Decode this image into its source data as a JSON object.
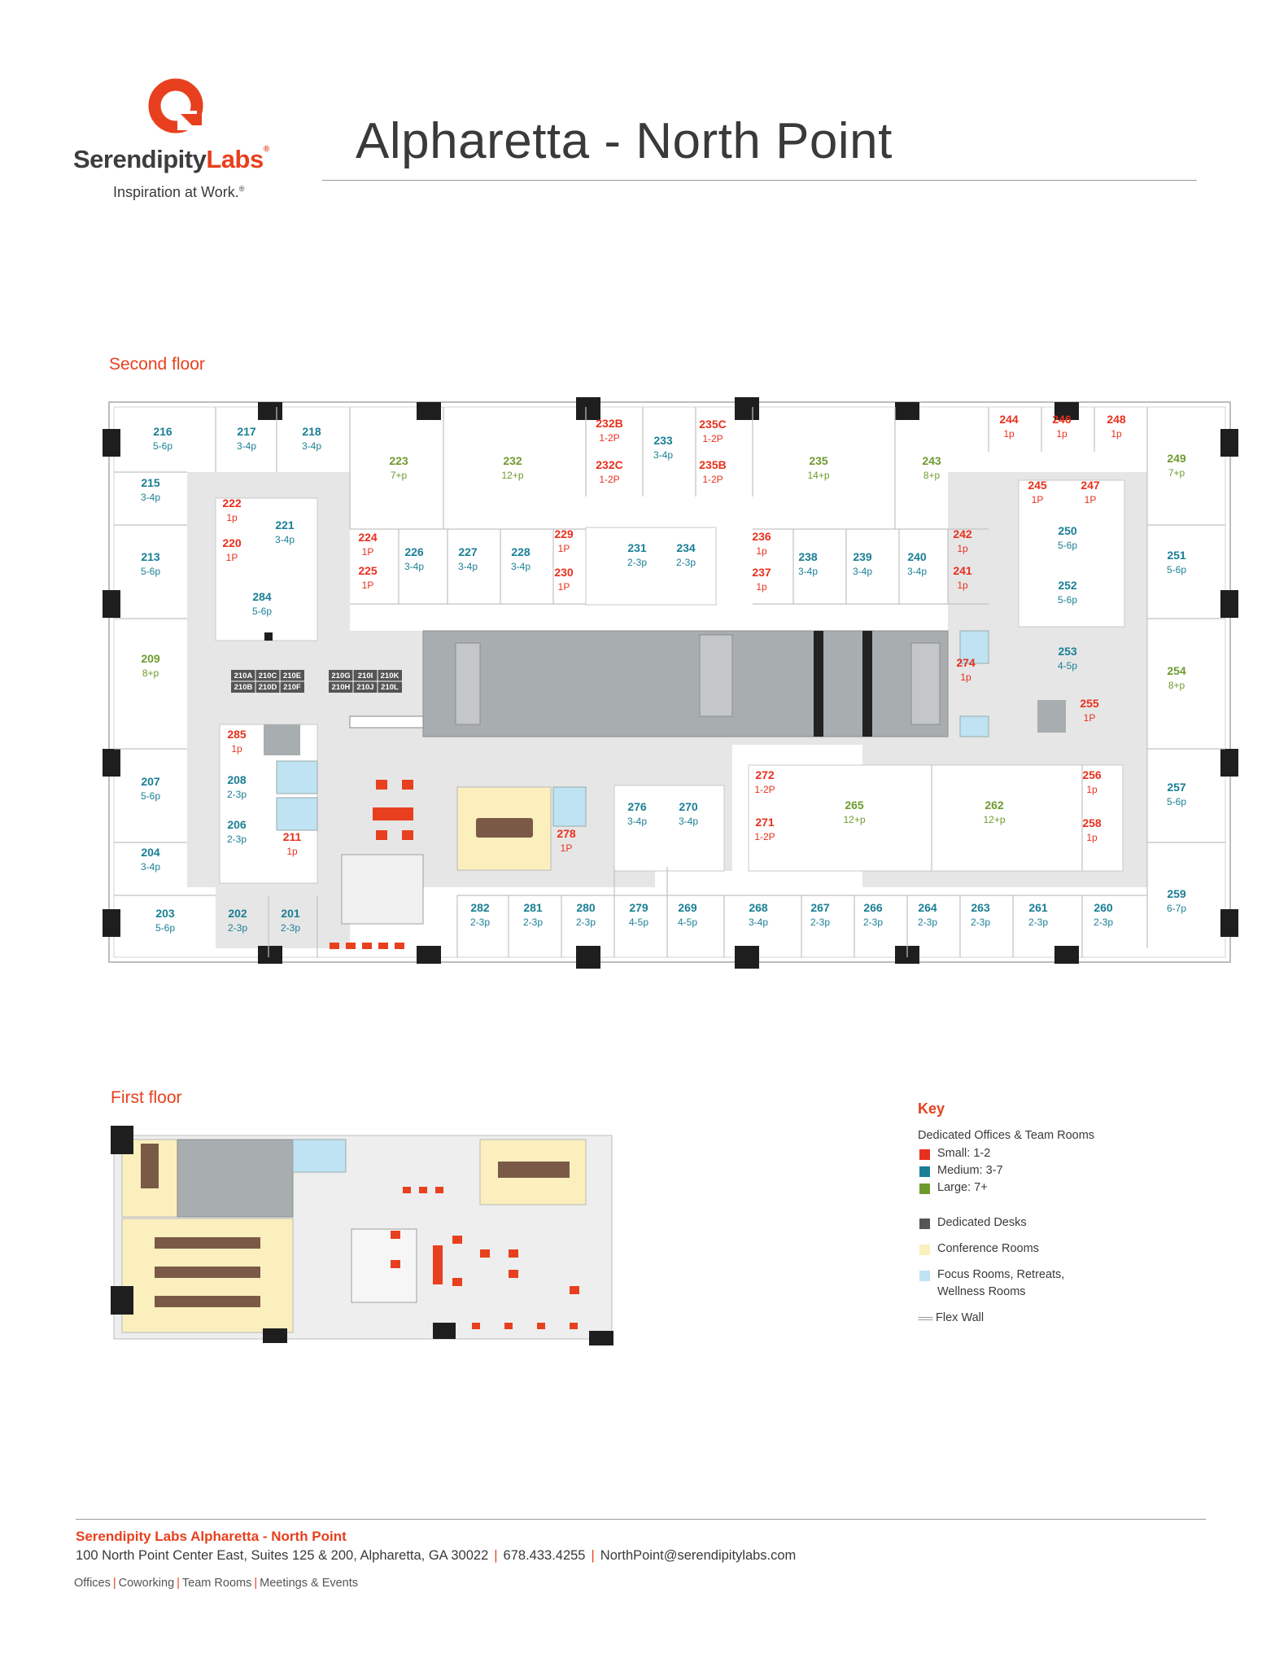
{
  "brand": {
    "name_part1": "Serendipity",
    "name_part2": "Labs",
    "registered": "®",
    "tagline": "Inspiration at Work.",
    "tagline_mark": "®",
    "color": "#e8401e"
  },
  "title": "Alpharetta - North Point",
  "second_floor": {
    "label": "Second floor",
    "rooms": [
      {
        "num": "216",
        "cap": "5-6p",
        "size": "medium"
      },
      {
        "num": "217",
        "cap": "3-4p",
        "size": "medium"
      },
      {
        "num": "218",
        "cap": "3-4p",
        "size": "medium"
      },
      {
        "num": "215",
        "cap": "3-4p",
        "size": "medium"
      },
      {
        "num": "213",
        "cap": "5-6p",
        "size": "medium"
      },
      {
        "num": "209",
        "cap": "8+p",
        "size": "large"
      },
      {
        "num": "207",
        "cap": "5-6p",
        "size": "medium"
      },
      {
        "num": "204",
        "cap": "3-4p",
        "size": "medium"
      },
      {
        "num": "203",
        "cap": "5-6p",
        "size": "medium"
      },
      {
        "num": "202",
        "cap": "2-3p",
        "size": "medium"
      },
      {
        "num": "201",
        "cap": "2-3p",
        "size": "medium"
      },
      {
        "num": "222",
        "cap": "1p",
        "size": "small"
      },
      {
        "num": "220",
        "cap": "1P",
        "size": "small"
      },
      {
        "num": "221",
        "cap": "3-4p",
        "size": "medium"
      },
      {
        "num": "284",
        "cap": "5-6p",
        "size": "medium"
      },
      {
        "num": "285",
        "cap": "1p",
        "size": "small"
      },
      {
        "num": "208",
        "cap": "2-3p",
        "size": "medium"
      },
      {
        "num": "206",
        "cap": "2-3p",
        "size": "medium"
      },
      {
        "num": "211",
        "cap": "1p",
        "size": "small"
      },
      {
        "num": "223",
        "cap": "7+p",
        "size": "large"
      },
      {
        "num": "232",
        "cap": "12+p",
        "size": "large"
      },
      {
        "num": "224",
        "cap": "1P",
        "size": "small"
      },
      {
        "num": "225",
        "cap": "1P",
        "size": "small"
      },
      {
        "num": "226",
        "cap": "3-4p",
        "size": "medium"
      },
      {
        "num": "227",
        "cap": "3-4p",
        "size": "medium"
      },
      {
        "num": "228",
        "cap": "3-4p",
        "size": "medium"
      },
      {
        "num": "229",
        "cap": "1P",
        "size": "small"
      },
      {
        "num": "230",
        "cap": "1P",
        "size": "small"
      },
      {
        "num": "232B",
        "cap": "1-2P",
        "size": "small"
      },
      {
        "num": "232C",
        "cap": "1-2P",
        "size": "small"
      },
      {
        "num": "233",
        "cap": "3-4p",
        "size": "medium"
      },
      {
        "num": "235C",
        "cap": "1-2P",
        "size": "small"
      },
      {
        "num": "235B",
        "cap": "1-2P",
        "size": "small"
      },
      {
        "num": "231",
        "cap": "2-3p",
        "size": "medium"
      },
      {
        "num": "234",
        "cap": "2-3p",
        "size": "medium"
      },
      {
        "num": "235",
        "cap": "14+p",
        "size": "large"
      },
      {
        "num": "243",
        "cap": "8+p",
        "size": "large"
      },
      {
        "num": "236",
        "cap": "1p",
        "size": "small"
      },
      {
        "num": "237",
        "cap": "1p",
        "size": "small"
      },
      {
        "num": "238",
        "cap": "3-4p",
        "size": "medium"
      },
      {
        "num": "239",
        "cap": "3-4p",
        "size": "medium"
      },
      {
        "num": "240",
        "cap": "3-4p",
        "size": "medium"
      },
      {
        "num": "242",
        "cap": "1p",
        "size": "small"
      },
      {
        "num": "241",
        "cap": "1p",
        "size": "small"
      },
      {
        "num": "244",
        "cap": "1p",
        "size": "small"
      },
      {
        "num": "246",
        "cap": "1p",
        "size": "small"
      },
      {
        "num": "248",
        "cap": "1p",
        "size": "small"
      },
      {
        "num": "249",
        "cap": "7+p",
        "size": "large"
      },
      {
        "num": "245",
        "cap": "1P",
        "size": "small"
      },
      {
        "num": "247",
        "cap": "1P",
        "size": "small"
      },
      {
        "num": "250",
        "cap": "5-6p",
        "size": "medium"
      },
      {
        "num": "251",
        "cap": "5-6p",
        "size": "medium"
      },
      {
        "num": "252",
        "cap": "5-6p",
        "size": "medium"
      },
      {
        "num": "253",
        "cap": "4-5p",
        "size": "medium"
      },
      {
        "num": "254",
        "cap": "8+p",
        "size": "large"
      },
      {
        "num": "274",
        "cap": "1p",
        "size": "small"
      },
      {
        "num": "255",
        "cap": "1P",
        "size": "small"
      },
      {
        "num": "272",
        "cap": "1-2P",
        "size": "small"
      },
      {
        "num": "271",
        "cap": "1-2P",
        "size": "small"
      },
      {
        "num": "265",
        "cap": "12+p",
        "size": "large"
      },
      {
        "num": "262",
        "cap": "12+p",
        "size": "large"
      },
      {
        "num": "256",
        "cap": "1p",
        "size": "small"
      },
      {
        "num": "258",
        "cap": "1p",
        "size": "small"
      },
      {
        "num": "257",
        "cap": "5-6p",
        "size": "medium"
      },
      {
        "num": "259",
        "cap": "6-7p",
        "size": "medium"
      },
      {
        "num": "276",
        "cap": "3-4p",
        "size": "medium"
      },
      {
        "num": "270",
        "cap": "3-4p",
        "size": "medium"
      },
      {
        "num": "278",
        "cap": "1P",
        "size": "small"
      },
      {
        "num": "282",
        "cap": "2-3p",
        "size": "medium"
      },
      {
        "num": "281",
        "cap": "2-3p",
        "size": "medium"
      },
      {
        "num": "280",
        "cap": "2-3p",
        "size": "medium"
      },
      {
        "num": "279",
        "cap": "4-5p",
        "size": "medium"
      },
      {
        "num": "269",
        "cap": "4-5p",
        "size": "medium"
      },
      {
        "num": "268",
        "cap": "3-4p",
        "size": "medium"
      },
      {
        "num": "267",
        "cap": "2-3p",
        "size": "medium"
      },
      {
        "num": "266",
        "cap": "2-3p",
        "size": "medium"
      },
      {
        "num": "264",
        "cap": "2-3p",
        "size": "medium"
      },
      {
        "num": "263",
        "cap": "2-3p",
        "size": "medium"
      },
      {
        "num": "261",
        "cap": "2-3p",
        "size": "medium"
      },
      {
        "num": "260",
        "cap": "2-3p",
        "size": "medium"
      }
    ],
    "desks": [
      "210A",
      "210C",
      "210E",
      "210B",
      "210D",
      "210F",
      "210G",
      "210I",
      "210K",
      "210H",
      "210J",
      "210L"
    ]
  },
  "first_floor": {
    "label": "First floor"
  },
  "key": {
    "title": "Key",
    "section": "Dedicated Offices & Team Rooms",
    "small_label": "Small: 1-2",
    "medium_label": "Medium: 3-7",
    "large_label": "Large: 7+",
    "desks_label": "Dedicated Desks",
    "conf_label": "Conference Rooms",
    "focus_label_1": "Focus Rooms, Retreats,",
    "focus_label_2": "Wellness Rooms",
    "flex_label": "Flex Wall",
    "flex_glyph": "===",
    "colors": {
      "small": "#e8301e",
      "medium": "#1a7f95",
      "large": "#6f9a2f",
      "desks": "#555555",
      "conference": "#fbefbe",
      "focus": "#bfe3f3"
    }
  },
  "footer": {
    "name": "Serendipity Labs Alpharetta - North Point",
    "address": "100 North Point Center East, Suites 125 & 200, Alpharetta, GA 30022",
    "phone": "678.433.4255",
    "email": "NorthPoint@serendipitylabs.com",
    "separator": "|",
    "services": [
      "Offices",
      "Coworking",
      "Team Rooms",
      "Meetings & Events"
    ]
  }
}
